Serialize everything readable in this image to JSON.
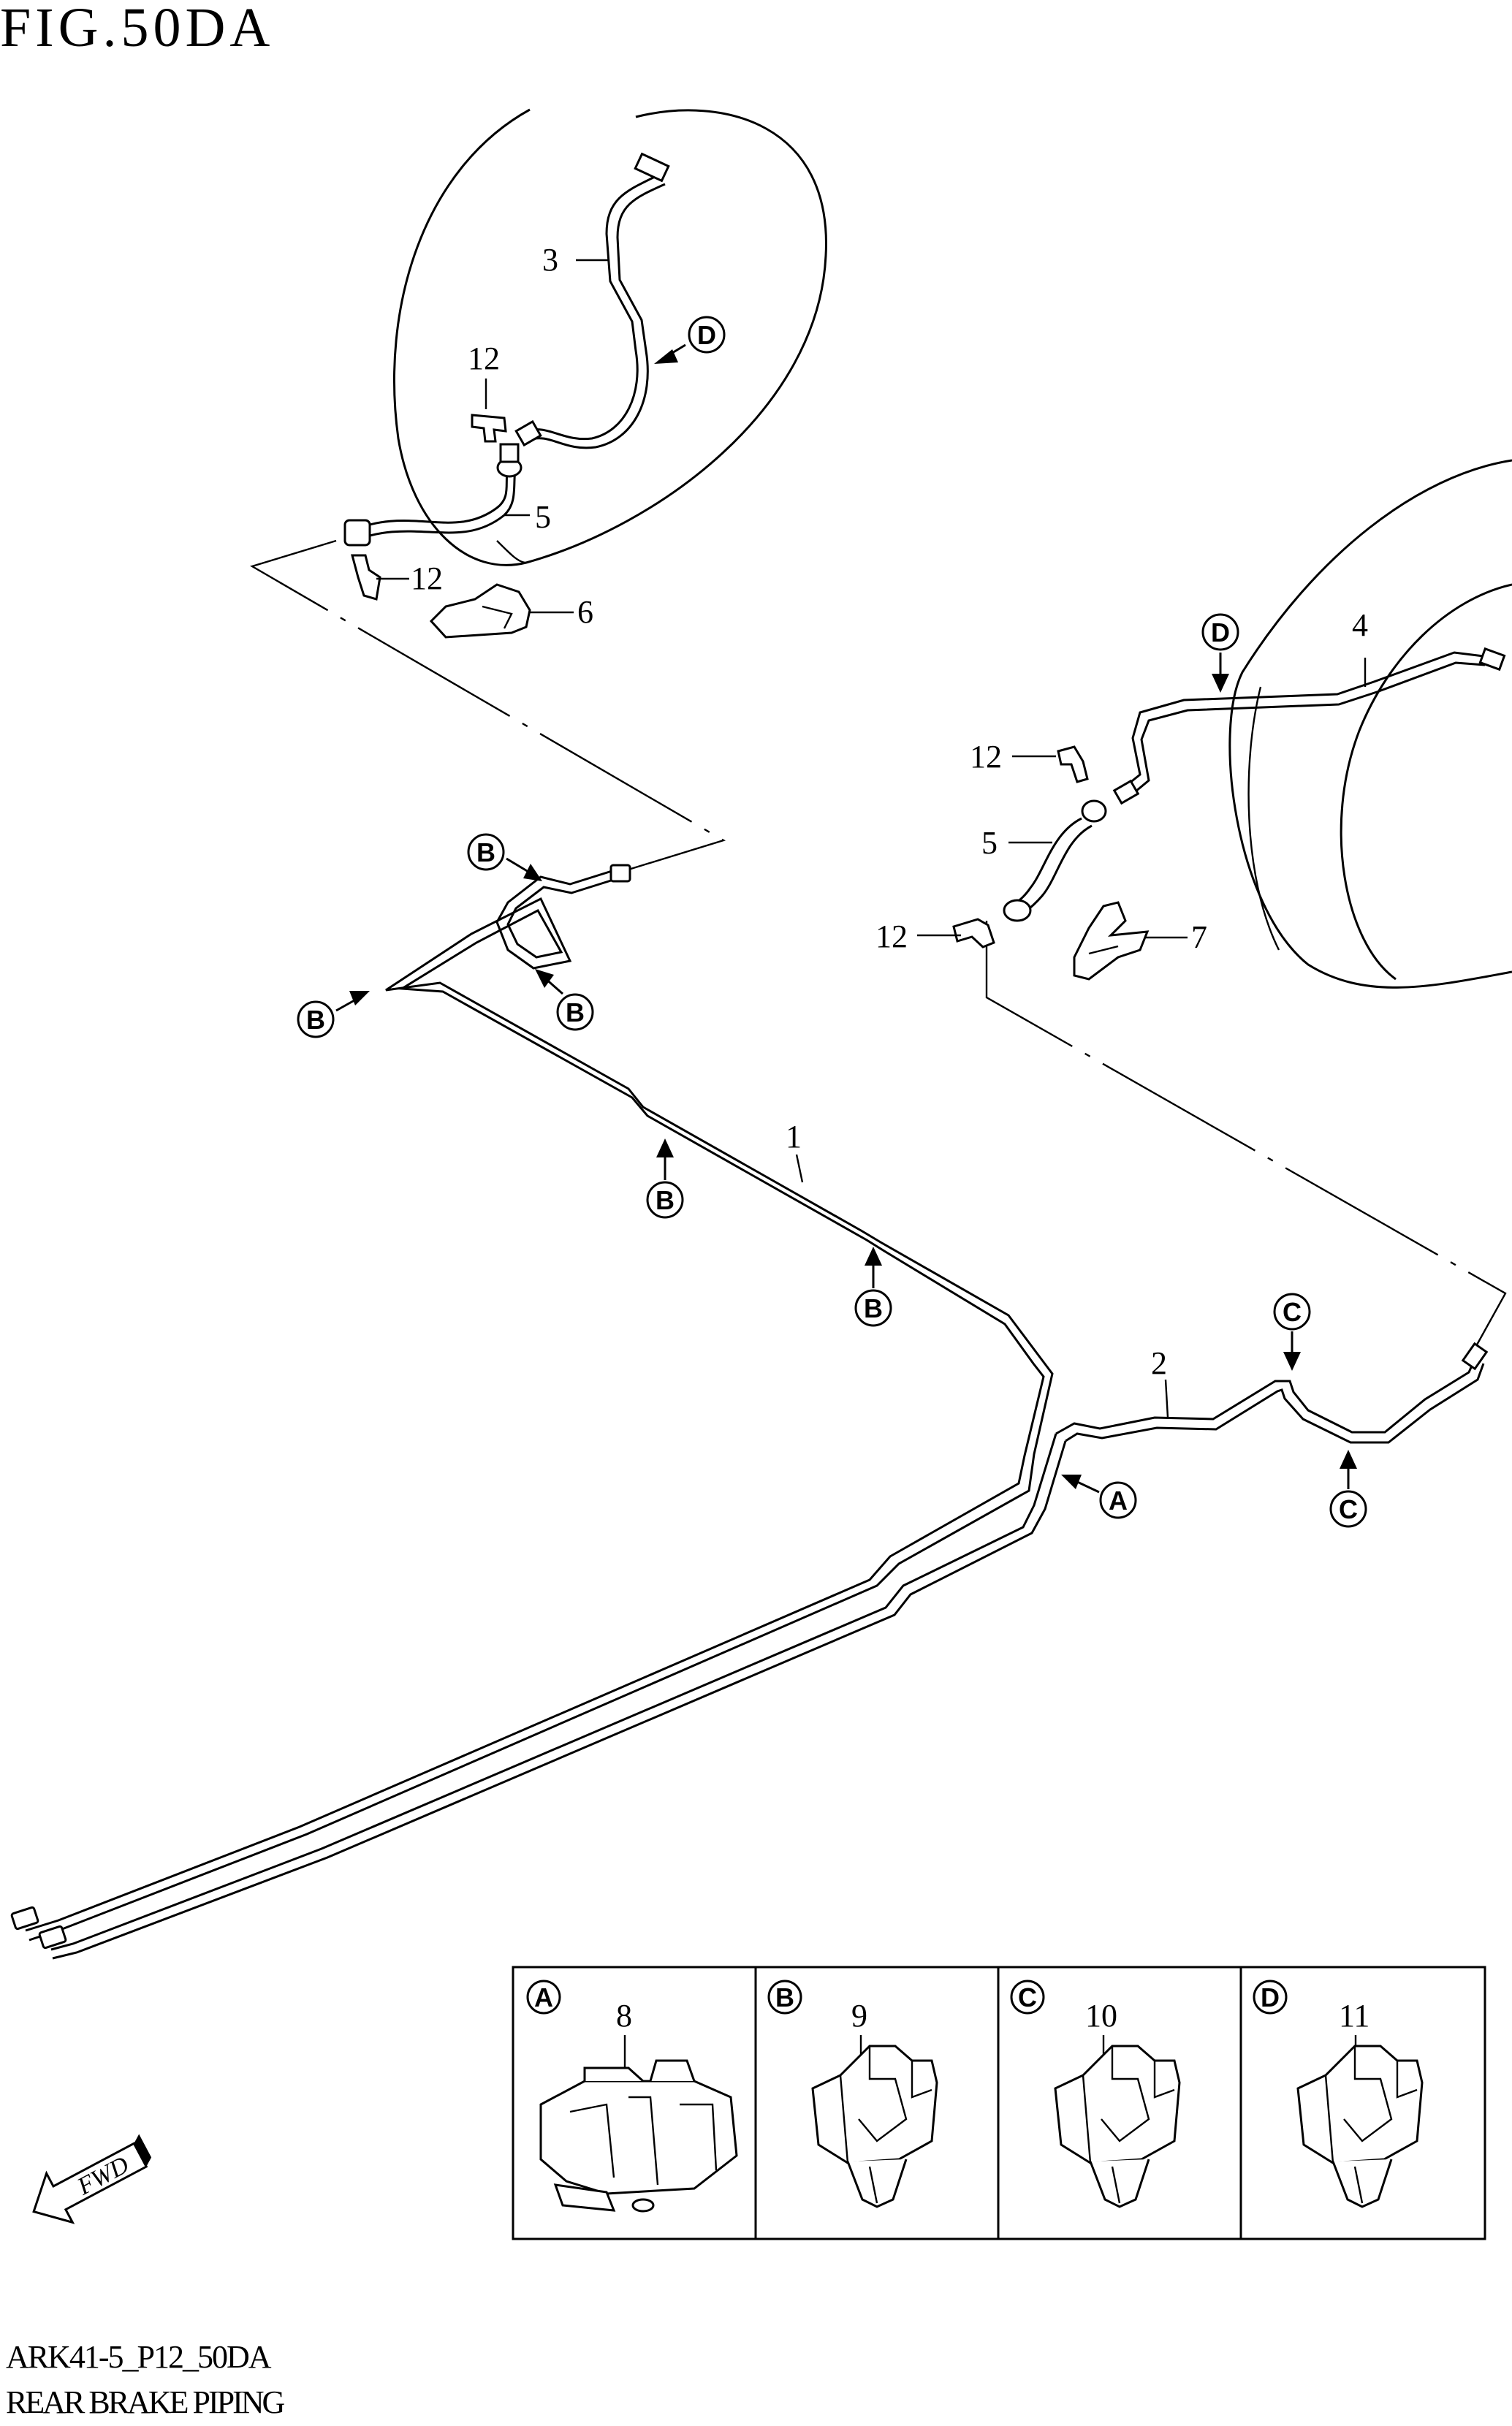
{
  "figure": {
    "title": "FIG.50DA",
    "code": "ARK41-5_P12_50DA",
    "caption": "REAR BRAKE PIPING",
    "orientation_label": "FWD"
  },
  "callouts": [
    "1",
    "2",
    "3",
    "4",
    "5",
    "5",
    "6",
    "7",
    "12",
    "12",
    "12",
    "12"
  ],
  "markers": [
    "A",
    "B",
    "B",
    "B",
    "B",
    "B",
    "C",
    "C",
    "D",
    "D"
  ],
  "clip_table": {
    "cells": [
      {
        "marker": "A",
        "part": "8"
      },
      {
        "marker": "B",
        "part": "9"
      },
      {
        "marker": "C",
        "part": "10"
      },
      {
        "marker": "D",
        "part": "11"
      }
    ]
  }
}
